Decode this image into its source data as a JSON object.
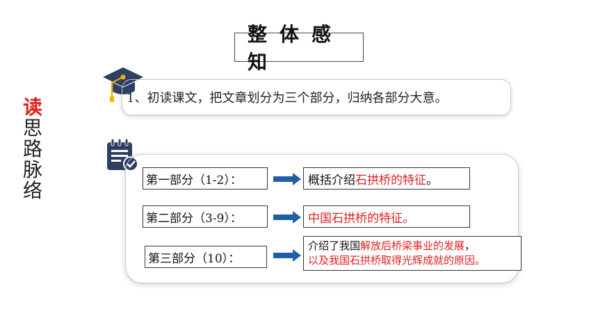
{
  "side_heading": {
    "first": "读",
    "rest": [
      "思",
      "路",
      "脉",
      "络"
    ]
  },
  "title": "整体感知",
  "instruction": "1、初读课文，把文章划分为三个部分，归纳各部分大意。",
  "parts": [
    {
      "label": "第一部分（1-2）：",
      "desc_plain": "概括介绍",
      "desc_red": "石拱桥的特征",
      "desc_end": "。"
    },
    {
      "label": "第二部分（3-9）：",
      "desc_red": "中国石拱桥的特征。"
    },
    {
      "label": "第三部分（10）：",
      "line1_plain": "介绍了我国",
      "line1_red": "解放后桥梁事业的发展",
      "line1_end": "，",
      "line2_red": "以及我国石拱桥取得光辉成就的原因。"
    }
  ],
  "icons": {
    "cap": "graduation-cap-icon",
    "notes": "notepad-check-icon",
    "arrow": "right-arrow-icon"
  },
  "colors": {
    "accent_red": "#e02020",
    "arrow_blue": "#1f5fa8",
    "icon_navy": "#2d3f63"
  }
}
